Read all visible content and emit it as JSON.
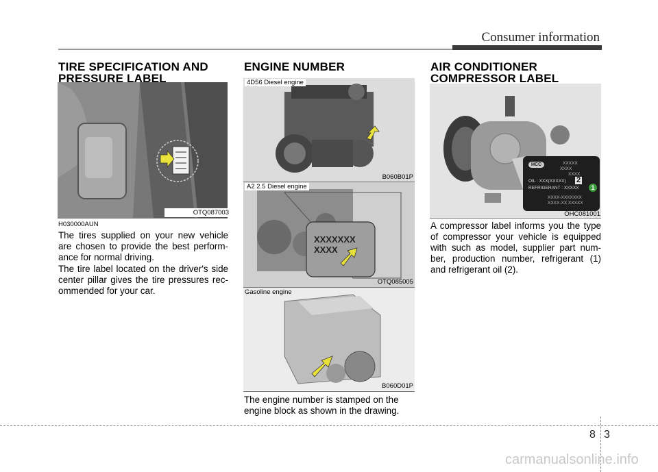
{
  "header": {
    "title": "Consumer information"
  },
  "left": {
    "heading": "TIRE SPECIFICATION AND PRESSURE LABEL",
    "heading_line1": "TIRE SPECIFICATION AND",
    "heading_line2": "PRESSURE LABEL",
    "image_caption": "OTQ087003",
    "code": "H030000AUN",
    "para1": "The tires supplied on your new vehicle are chosen to provide the best perform-ance for normal driving.",
    "para2": "The tire label located on the driver's side center pillar gives the tire pressures rec-ommended for your car."
  },
  "middle": {
    "heading": "ENGINE NUMBER",
    "img1_label": "4D56 Diesel engine",
    "img1_caption": "B060B01P",
    "img2_label": "A2 2.5 Diesel engine",
    "img2_caption": "OTQ085005",
    "img2_callout1": "XXXXXXX",
    "img2_callout2": "XXXX",
    "img3_label": "Gasoline engine",
    "img3_caption": "B060D01P",
    "para": "The engine number is stamped on the engine block as shown in the drawing."
  },
  "right": {
    "heading_line1": "AIR CONDITIONER",
    "heading_line2": "COMPRESSOR LABEL",
    "image_caption": "OHC081001",
    "label_lines": [
      "XXXXX",
      "XXXX",
      "XXXX",
      "OIL : XXX(XXXXX)",
      "REFRIGERANT : XXXXX",
      "XXXX-XXXXXXX",
      "XXXX-XX XXXXX"
    ],
    "label_logo": "HCC",
    "marker1": "1",
    "marker2": "2",
    "para": "A compressor label informs you the type of compressor your vehicle is equipped with such as model, supplier part num-ber, production number, refrigerant (1) and refrigerant oil (2)."
  },
  "page": {
    "chapter": "8",
    "number": "3"
  },
  "footer": {
    "watermark": "carmanualsonline.info"
  },
  "colors": {
    "arrow": "#e9e23a",
    "heading": "#000000",
    "photo": "#6e6e6e"
  }
}
